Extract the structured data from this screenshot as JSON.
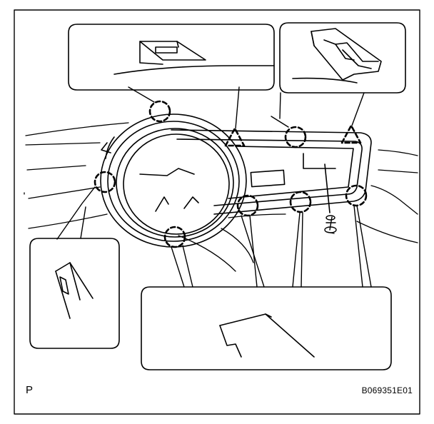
{
  "figure": {
    "corner_mark": "P",
    "code": "B069351E01",
    "icons": {
      "clip": "dashed-circle",
      "claw": "dashed-triangle",
      "fastener": "screw-icon"
    },
    "colors": {
      "line": "#000000",
      "background": "#ffffff"
    }
  }
}
